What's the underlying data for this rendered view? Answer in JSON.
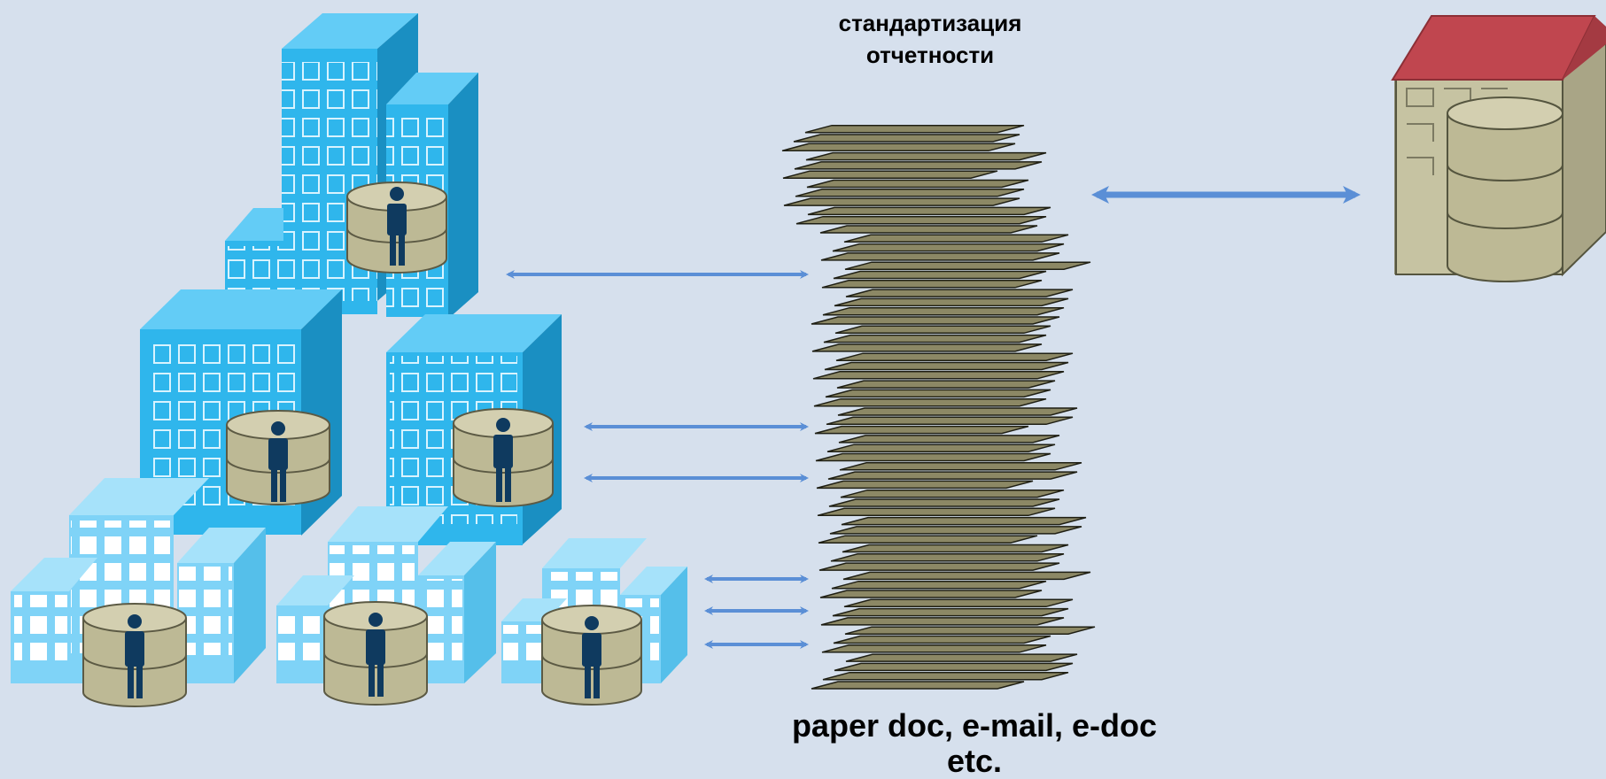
{
  "labels": {
    "standardization": [
      "стандартизация",
      "отчетности"
    ],
    "formats": [
      "paper doc, e-mail, e-doc",
      "etc."
    ]
  },
  "colors": {
    "background": "#d6e0ed",
    "building_front": "#2fb6ec",
    "building_side": "#1a8fc2",
    "building_top": "#63ccf6",
    "building_light_front": "#7fd3f7",
    "window": "#ffffff",
    "database": "#bdb995",
    "person": "#0f3a5f",
    "paper": "#8c8865",
    "arrow": "#5b8fd6",
    "roof": "#c0464f",
    "warehouse_wall": "#c6c3a2"
  },
  "icons": [
    "office-building-icon",
    "database-icon",
    "user-icon",
    "paper-stack-icon",
    "warehouse-icon",
    "bidirectional-arrow-icon"
  ]
}
